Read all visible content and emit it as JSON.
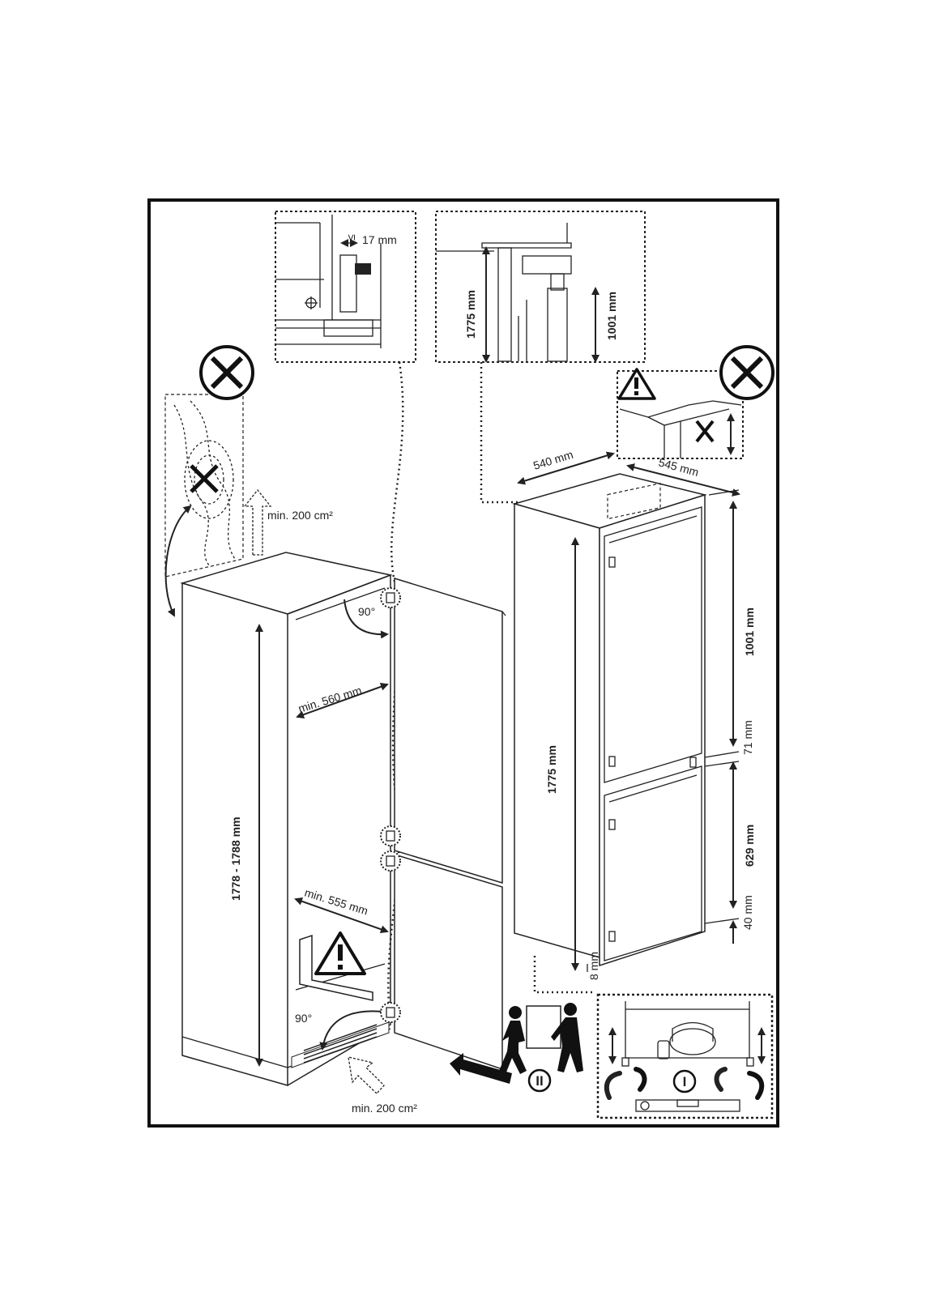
{
  "labels": {
    "gap_max": "≤",
    "gap_value": "17 mm",
    "detail_height_total": "1775 mm",
    "detail_height_upper": "1001 mm",
    "vent_top": "min. 200 cm²",
    "vent_bottom": "min. 200 cm²",
    "niche_angle_top": "90°",
    "niche_angle_bottom": "90°",
    "niche_width_top": "min. 560 mm",
    "niche_width_bottom": "min. 555 mm",
    "niche_height": "1778 - 1788 mm",
    "unit_width": "540 mm",
    "unit_depth": "545 mm",
    "unit_height": "1775 mm",
    "upper_door": "1001 mm",
    "gap_middle": "71 mm",
    "lower_door": "629 mm",
    "gap_bottom": "40 mm",
    "base_gap": "8 mm",
    "step_one": "I",
    "step_two": "II"
  },
  "icons": [
    "prohibited-icon",
    "warning-triangle-icon",
    "two-person-lift-icon",
    "spirit-level-icon",
    "rotate-arrow-icon"
  ],
  "colors": {
    "line": "#222222",
    "background": "#ffffff"
  }
}
